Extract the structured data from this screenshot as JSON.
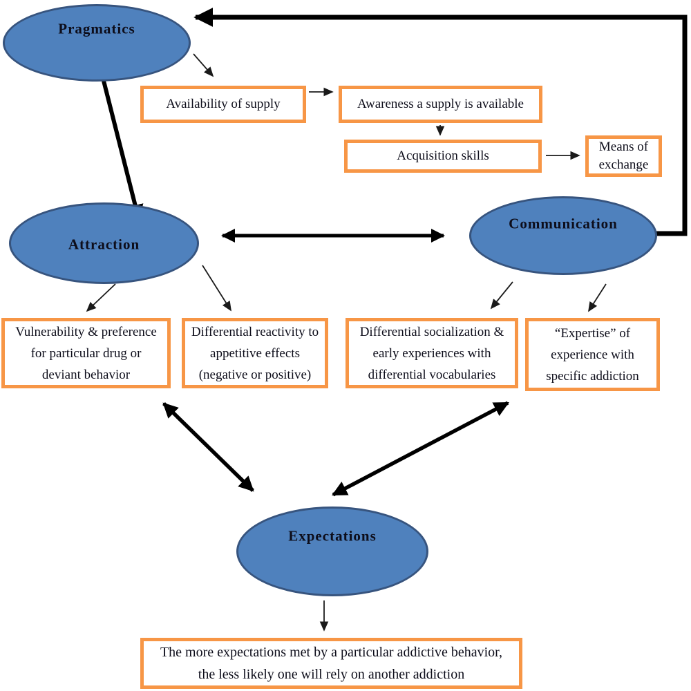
{
  "diagram": {
    "nodes": {
      "pragmatics": "Pragmatics",
      "attraction": "Attraction",
      "communication": "Communication",
      "expectations": "Expectations"
    },
    "boxes": {
      "availability": "Availability of supply",
      "awareness": "Awareness a supply is available",
      "acquisition": "Acquisition skills",
      "means_of_exchange": "Means of exchange",
      "vulnerability": "Vulnerability & preference for particular drug or deviant behavior",
      "reactivity": "Differential reactivity to appetitive effects (negative or positive)",
      "socialization": "Differential socialization & early experiences with differential vocabularies",
      "expertise": "“Expertise” of experience with specific addiction",
      "outcome": "The more expectations met by a particular addictive behavior, the less likely one will rely on another addiction"
    },
    "colors": {
      "ellipse_fill": "#4f81bd",
      "ellipse_border": "#37547e",
      "box_border": "#f79646",
      "arrow": "#000000",
      "background": "#ffffff"
    }
  }
}
